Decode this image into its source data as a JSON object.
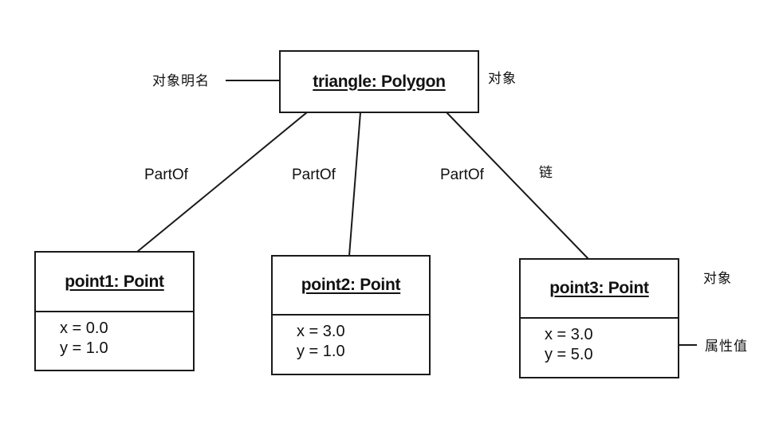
{
  "diagram": {
    "objects": {
      "triangle": {
        "name": "triangle: Polygon"
      },
      "point1": {
        "name": "point1: Point",
        "attributes": [
          "x = 0.0",
          "y = 1.0"
        ]
      },
      "point2": {
        "name": "point2: Point",
        "attributes": [
          "x = 3.0",
          "y = 1.0"
        ]
      },
      "point3": {
        "name": "point3: Point",
        "attributes": [
          "x = 3.0",
          "y = 5.0"
        ]
      }
    },
    "links": [
      "PartOf",
      "PartOf",
      "PartOf"
    ],
    "annotations": {
      "object_naming": "对象明名",
      "object_top": "对象",
      "link": "链",
      "object_right": "对象",
      "attribute_value": "属性值"
    },
    "colors": {
      "line": "#1a1a1a",
      "background": "#ffffff"
    }
  }
}
